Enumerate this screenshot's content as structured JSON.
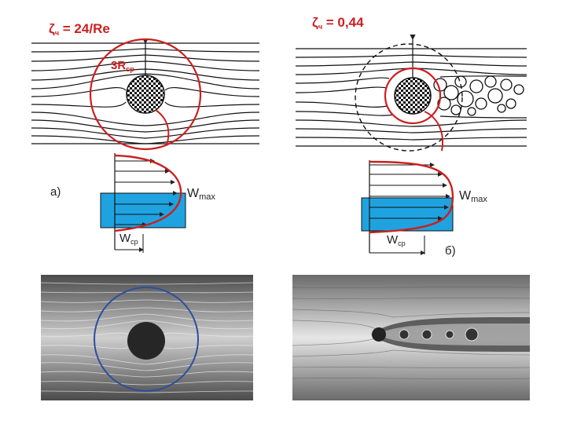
{
  "left": {
    "formula": {
      "symbol": "ζ",
      "sub": "ч",
      "rest": " = 24/Re"
    },
    "radius_label": {
      "main": "3R",
      "sub": "ср"
    },
    "panel_label": "а)",
    "wmax": {
      "main": "W",
      "sub": "max"
    },
    "wcp": {
      "main": "W",
      "sub": "ср"
    }
  },
  "right": {
    "formula": {
      "symbol": "ζ",
      "sub": "ч",
      "rest": " = 0,44"
    },
    "panel_label": "б)",
    "wmax": {
      "main": "W",
      "sub": "max"
    },
    "wcp": {
      "main": "W",
      "sub": "ср"
    }
  },
  "colors": {
    "accent_red": "#cc1f1f",
    "fluid_blue": "#1fa3e0",
    "photo_circle": "#2d4f9c",
    "dashed_circle": "#111111"
  }
}
